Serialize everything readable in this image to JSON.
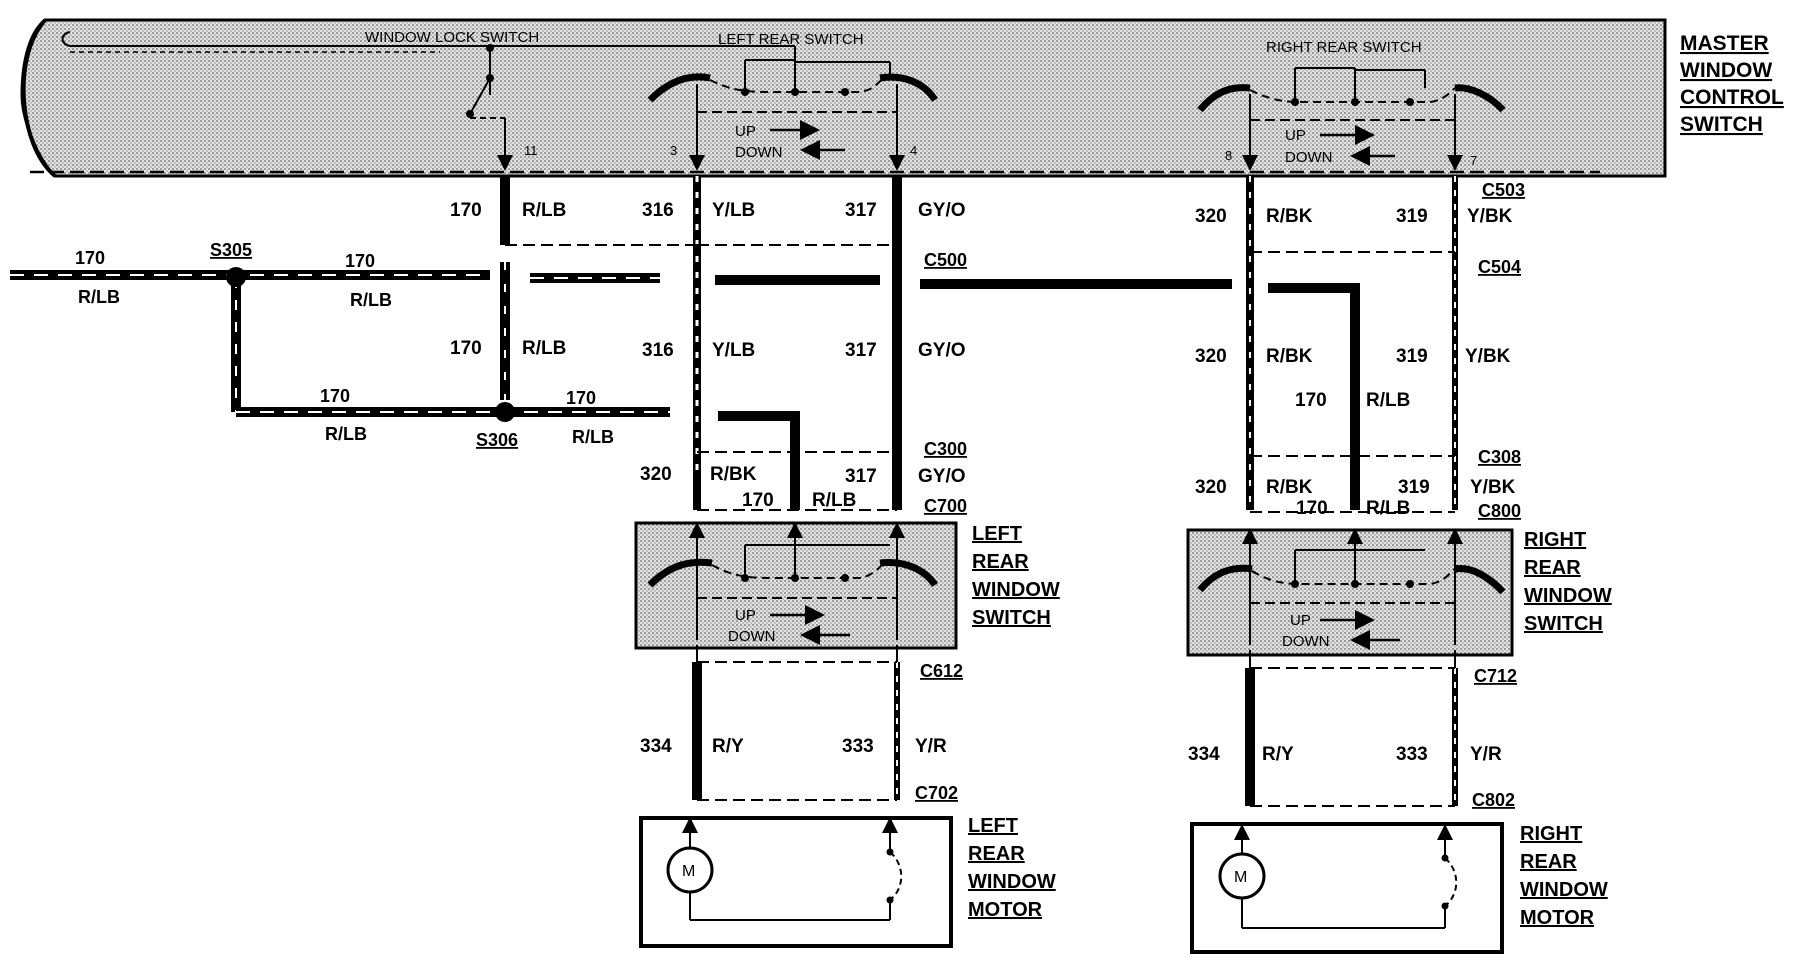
{
  "master_switch": {
    "title": [
      "MASTER",
      "WINDOW",
      "CONTROL",
      "SWITCH"
    ],
    "window_lock_switch": "WINDOW LOCK SWITCH",
    "left_rear_switch": "LEFT REAR SWITCH",
    "right_rear_switch": "RIGHT REAR SWITCH",
    "pins": [
      "11",
      "3",
      "4",
      "8",
      "7"
    ],
    "up": "UP",
    "down": "DOWN"
  },
  "connectors": {
    "c503": "C503",
    "c500": "C500",
    "c504": "C504",
    "c300": "C300",
    "c308": "C308",
    "c700": "C700",
    "c800": "C800",
    "c612": "C612",
    "c712": "C712",
    "c702": "C702",
    "c802": "C802"
  },
  "splices": {
    "s305": "S305",
    "s306": "S306"
  },
  "circuits": {
    "n170": "170",
    "rlb": "R/LB",
    "n316": "316",
    "ylb": "Y/LB",
    "n317": "317",
    "gyo": "GY/O",
    "n320": "320",
    "rbk": "R/BK",
    "n319": "319",
    "ybk": "Y/BK",
    "n334": "334",
    "ry": "R/Y",
    "n333": "333",
    "yr": "Y/R"
  },
  "components": {
    "left_rear_window_switch": [
      "LEFT",
      "REAR",
      "WINDOW",
      "SWITCH"
    ],
    "right_rear_window_switch": [
      "RIGHT",
      "REAR",
      "WINDOW",
      "SWITCH"
    ],
    "left_rear_window_motor": [
      "LEFT",
      "REAR",
      "WINDOW",
      "MOTOR"
    ],
    "right_rear_window_motor": [
      "RIGHT",
      "REAR",
      "WINDOW",
      "MOTOR"
    ],
    "motor_symbol": "M",
    "up": "UP",
    "down": "DOWN"
  }
}
